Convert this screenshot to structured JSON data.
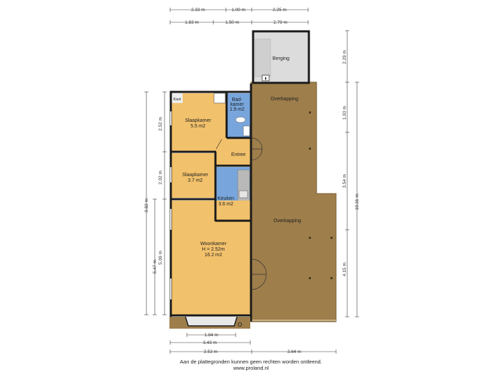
{
  "rooms": {
    "kast": "Kast",
    "slaapkamer1": {
      "name": "Slaapkamer",
      "area": "5.5 m2"
    },
    "badkamer": {
      "name_a": "Bad-",
      "name_b": "kamer",
      "area": "1.9 m2"
    },
    "entree": "Entree",
    "slaapkamer2": {
      "name": "Slaapkamer",
      "area": "3.7 m2"
    },
    "keuken": {
      "name": "Keuken",
      "area": "3.6 m2"
    },
    "woonkamer": {
      "name": "Woonkamer",
      "height": "H = 2.52m",
      "area": "16.2 m2"
    },
    "berging": "Berging",
    "overkapping_top": "Overkapping",
    "overkapping_main": "Overkapping"
  },
  "dimensions": {
    "top_row1": [
      "2.33 m",
      "1.00 m",
      "2.25 m"
    ],
    "top_row2": [
      "1.83 m",
      "1.50 m",
      "2.79 m"
    ],
    "bottom_inner": "1.84 m",
    "bottom_mid": "3.43 m",
    "bottom_left": "3.53 m",
    "bottom_right": "3.64 m",
    "left_outer": "9.82 m",
    "left_mid": "5.47 m",
    "left_inner": [
      "2.52 m",
      "2.02 m",
      "5.09 m"
    ],
    "right_inner": [
      "2.29 m",
      "1.93 m",
      "3.54 m",
      "4.15 m"
    ],
    "right_outer": "10.31 m"
  },
  "footer": {
    "disclaimer": "Aan de plattegronden kunnen geen rechten worden ontleend.",
    "website": "www.proland.nl"
  },
  "colors": {
    "bedroom": "#f2c16b",
    "bathroom": "#78a6dc",
    "storage": "#dcdcdc",
    "overkapping": "#9e7e4b",
    "wall": "#1a1a1a"
  }
}
